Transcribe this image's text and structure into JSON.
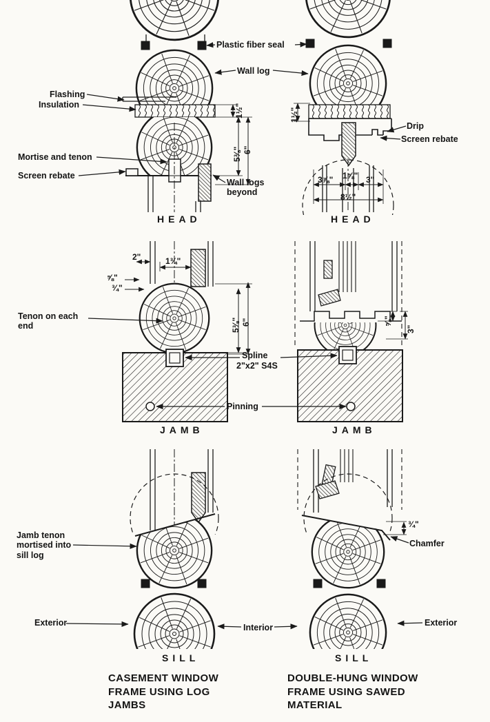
{
  "panels": {
    "head_left": {
      "title": "HEAD"
    },
    "head_right": {
      "title": "HEAD"
    },
    "jamb_left": {
      "title": "JAMB"
    },
    "jamb_right": {
      "title": "JAMB"
    },
    "sill_left": {
      "title": "SILL"
    },
    "sill_right": {
      "title": "SILL"
    }
  },
  "labels": {
    "plastic_fiber_seal": "Plastic fiber seal",
    "wall_log": "Wall log",
    "flashing": "Flashing",
    "insulation": "Insulation",
    "mortise_and_tenon": "Mortise and tenon",
    "screen_rebate_left": "Screen rebate",
    "wall_logs_beyond": "Wall logs beyond",
    "drip": "Drip",
    "screen_rebate_right": "Screen rebate",
    "tenon_on_each_end": "Tenon on each end",
    "spline": "Spline",
    "spline_size": "2\"x2\" S4S",
    "pinning": "Pinning",
    "jamb_tenon": "Jamb tenon mortised into sill log",
    "chamfer": "Chamfer",
    "exterior_left": "Exterior",
    "interior": "Interior",
    "exterior_right": "Exterior"
  },
  "dimensions": {
    "head_left_insul": "1½\"",
    "head_left_opening": "5⅜\"",
    "head_left_overall": "6\"",
    "head_right_insul": "1½\"",
    "head_right_a": "3⅞\"",
    "head_right_b": "1⅝\"",
    "head_right_c": "3\"",
    "head_right_total": "8½\"",
    "jamb_left_a": "2\"",
    "jamb_left_b": "1¾\"",
    "jamb_left_c": "⅝\"",
    "jamb_left_d": "¾\"",
    "jamb_left_opening": "5⅜\"",
    "jamb_left_overall": "6\"",
    "jamb_right_a": "⅝\"",
    "jamb_right_b": "3\"",
    "sill_right_chamfer": "¾\""
  },
  "captions": {
    "left": "CASEMENT WINDOW FRAME USING LOG JAMBS",
    "right": "DOUBLE-HUNG WINDOW FRAME USING SAWED MATERIAL"
  }
}
